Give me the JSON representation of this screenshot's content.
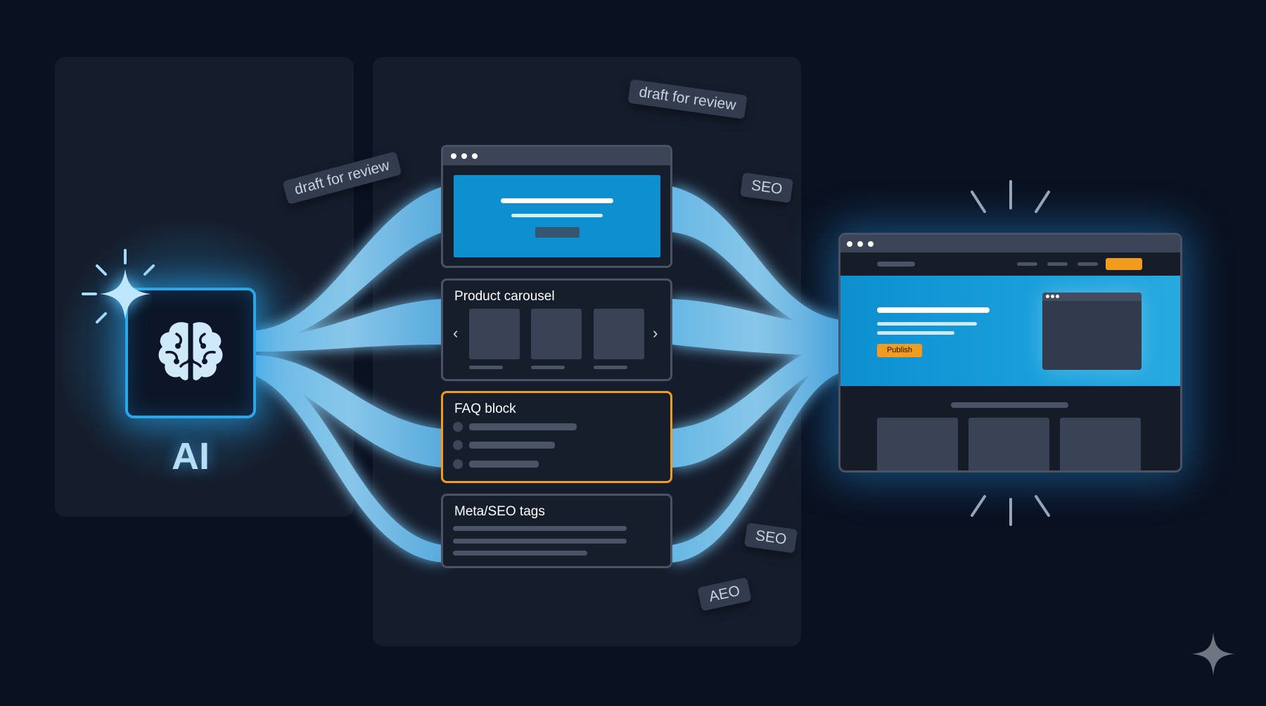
{
  "ai_node": {
    "label": "AI",
    "icon": "brain-icon",
    "spark_icon": "sparkle-icon"
  },
  "tags": [
    {
      "text": "draft for review"
    },
    {
      "text": "draft for review"
    },
    {
      "text": "SEO"
    },
    {
      "text": "SEO"
    },
    {
      "text": "AEO"
    }
  ],
  "components": {
    "hero": {
      "icon": "browser-window-icon"
    },
    "carousel": {
      "title": "Product carousel",
      "prev_icon": "chevron-left-icon",
      "next_icon": "chevron-right-icon"
    },
    "faq": {
      "title": "FAQ block"
    },
    "meta": {
      "title": "Meta/SEO tags"
    }
  },
  "website": {
    "publish_label": "Publish"
  },
  "colors": {
    "background": "#0a1120",
    "panel": "#151d2c",
    "flow": "#5fb4e8",
    "accent_blue": "#0d8fd0",
    "accent_orange": "#f29b1d",
    "card_border": "#4a5263"
  },
  "watermark": {
    "icon": "four-point-star-icon"
  }
}
